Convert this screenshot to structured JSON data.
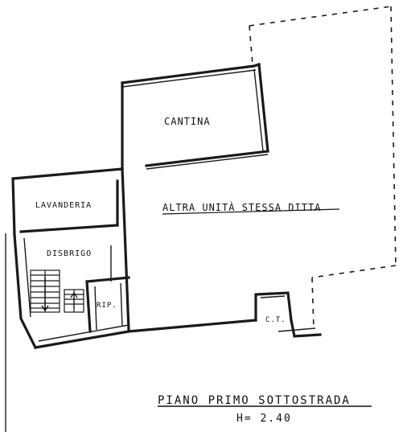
{
  "rooms": {
    "cantina": "CANTINA",
    "lavanderia": "LAVANDERIA",
    "disimpegno": "DISBRIGO",
    "other_unit": "ALTRA UNITÀ STESSA DITTA",
    "rip": "RIP.",
    "ct": "C.T."
  },
  "title": {
    "line1": "PIANO PRIMO SOTTOSTRADA",
    "line2": "H= 2.40"
  }
}
